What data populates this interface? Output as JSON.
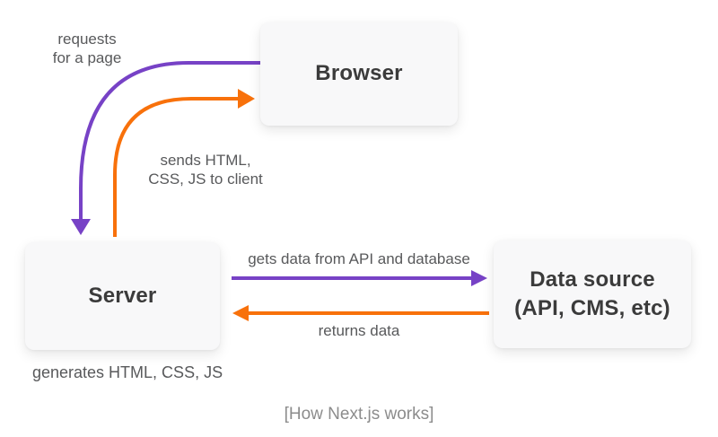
{
  "caption": "[How Next.js works]",
  "colors": {
    "purple": "#7742C6",
    "orange": "#F8710B",
    "box_bg": "#F8F8F9",
    "node_text": "#3B3B3B",
    "label_text": "#58595B",
    "caption_text": "#8C8C8C"
  },
  "nodes": {
    "browser": "Browser",
    "server": "Server",
    "data_source": "Data source\n(API, CMS, etc)"
  },
  "labels": {
    "requests": "requests\nfor a page",
    "sends": "sends HTML,\nCSS, JS to client",
    "gets": "gets data from API and database",
    "returns": "returns data",
    "generates": "generates HTML, CSS, JS"
  }
}
